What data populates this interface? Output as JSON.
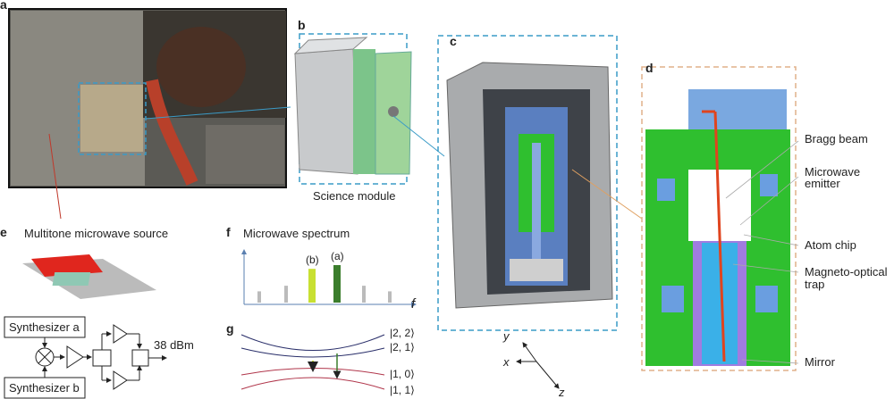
{
  "panels": {
    "a": {
      "letter": "a"
    },
    "b": {
      "letter": "b",
      "caption": "Science module"
    },
    "c": {
      "letter": "c"
    },
    "d": {
      "letter": "d",
      "labels": [
        "Bragg beam",
        "Microwave",
        "emitter",
        "Atom chip",
        "Magneto-optical",
        "trap",
        "Mirror"
      ]
    },
    "e": {
      "letter": "e",
      "title": "Multitone microwave source",
      "synth_a": "Synthesizer a",
      "synth_b": "Synthesizer b",
      "output_power": "38 dBm"
    },
    "f": {
      "letter": "f",
      "title": "Microwave spectrum",
      "axis_label": "f",
      "tone_b": "(b)",
      "tone_a": "(a)"
    },
    "g": {
      "letter": "g",
      "states": [
        "|2, 2⟩",
        "|2, 1⟩",
        "|1, 0⟩",
        "|1, 1⟩"
      ]
    }
  },
  "axes": {
    "y": "y",
    "x": "x",
    "z": "z"
  },
  "spectrum": {
    "amplitudes": [
      0.3,
      0.45,
      0.9,
      1.0,
      0.45,
      0.3
    ],
    "colors": [
      "#bbbbbb",
      "#bbbbbb",
      "#c8e032",
      "#3b7d2c",
      "#bbbbbb",
      "#bbbbbb"
    ]
  },
  "colors": {
    "box_blue": "#3a9bc7",
    "box_orange": "#e0b08a",
    "green": "#2fbf2f",
    "red": "#e0441e"
  }
}
